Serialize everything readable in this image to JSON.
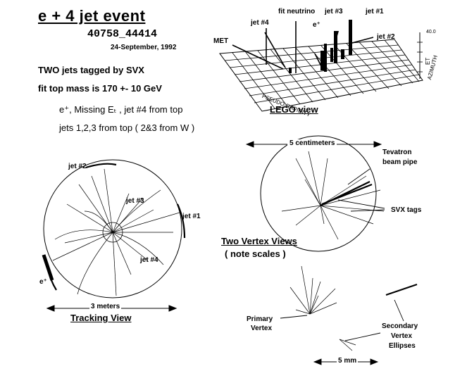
{
  "header": {
    "title": "e + 4 jet event",
    "event_id": "40758_44414",
    "date": "24-September, 1992"
  },
  "notes": {
    "svx": "TWO jets tagged by SVX",
    "mass": "fit top mass is 170 +- 10 GeV",
    "decay1": "e⁺, Missing Eₜ , jet #4 from top",
    "decay2": "jets 1,2,3 from top ( 2&3 from W )"
  },
  "lego": {
    "caption": "LEGO view",
    "labels": {
      "fit_neutrino": "fit neutrino",
      "jet3": "jet #3",
      "jet1": "jet #1",
      "jet4": "jet #4",
      "eplus": "e⁺",
      "met": "MET",
      "jet2": "jet #2",
      "pseudo": "PSEUDO-RAPIDITY",
      "azimuth": "AZIMUTH",
      "et": "ET",
      "scale": "40.0"
    }
  },
  "tracking": {
    "caption": "Tracking View",
    "scale": "3 meters",
    "labels": {
      "jet2": "jet #2",
      "jet3": "jet #3",
      "jet1": "jet #1",
      "jet4": "jet #4",
      "eplus": "e⁺"
    }
  },
  "vertex": {
    "caption": "Two Vertex Views",
    "subcaption": "( note scales )",
    "scale_cm": "5 centimeters",
    "scale_mm": "5 mm",
    "labels": {
      "tevatron": "Tevatron",
      "beam_pipe": "beam pipe",
      "svx_tags": "SVX tags",
      "primary1": "Primary",
      "primary2": "Vertex",
      "secondary1": "Secondary",
      "secondary2": "Vertex",
      "secondary3": "Ellipses"
    }
  }
}
